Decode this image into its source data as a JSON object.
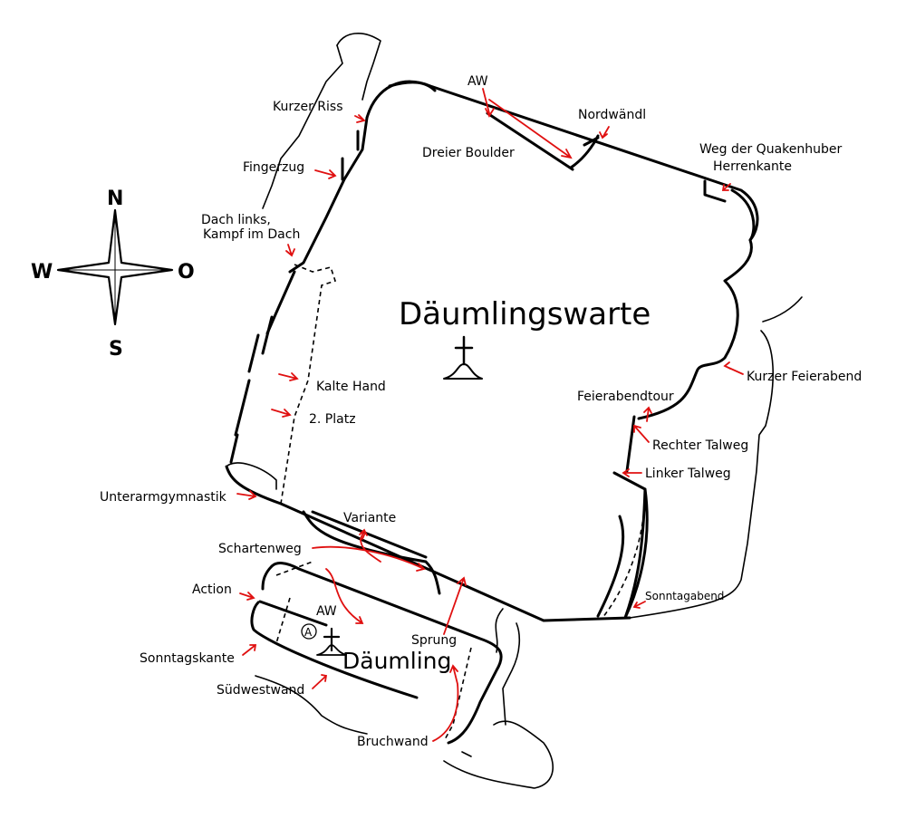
{
  "compass": {
    "north": "N",
    "south": "S",
    "west": "W",
    "east": "O"
  },
  "peaks": {
    "main": "Däumlingswarte",
    "small": "Däumling",
    "anchor_symbol": "A"
  },
  "routes": {
    "aw_top": "AW",
    "aw_small": "AW",
    "nordwaendl": "Nordwändl",
    "dreier_boulder": "Dreier Boulder",
    "kurzer_riss": "Kurzer Riss",
    "fingerzug": "Fingerzug",
    "dach_links_1": "Dach links,",
    "dach_links_2": "Kampf im Dach",
    "quakenhuber_1": "Weg der Quakenhuber",
    "quakenhuber_2": "Herrenkante",
    "kurzer_feierabend": "Kurzer Feierabend",
    "feierabendtour": "Feierabendtour",
    "rechter_talweg": "Rechter Talweg",
    "linker_talweg": "Linker Talweg",
    "kalte_hand": "Kalte Hand",
    "zweiter_platz": "2. Platz",
    "unterarmgymnastik": "Unterarmgymnastik",
    "variante": "Variante",
    "schartenweg": "Schartenweg",
    "action": "Action",
    "sonntagskante": "Sonntagskante",
    "suedwestwand": "Südwestwand",
    "sprung": "Sprung",
    "bruchwand": "Bruchwand",
    "sonntagabend": "Sonntagabend"
  }
}
